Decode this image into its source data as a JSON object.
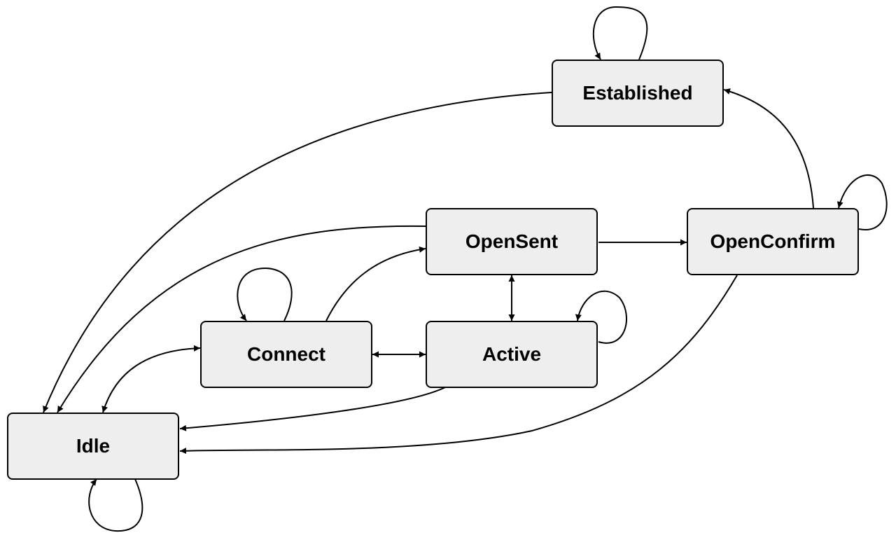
{
  "diagram": {
    "node_fill": "#eeeeee",
    "line_color": "#000000",
    "nodes": {
      "established": {
        "label": "Established"
      },
      "opensent": {
        "label": "OpenSent"
      },
      "openconfirm": {
        "label": "OpenConfirm"
      },
      "connect": {
        "label": "Connect"
      },
      "active": {
        "label": "Active"
      },
      "idle": {
        "label": "Idle"
      }
    },
    "edges": [
      {
        "from": "Established",
        "to": "Established"
      },
      {
        "from": "Established",
        "to": "Idle"
      },
      {
        "from": "OpenConfirm",
        "to": "Established"
      },
      {
        "from": "OpenConfirm",
        "to": "OpenConfirm"
      },
      {
        "from": "OpenConfirm",
        "to": "Idle"
      },
      {
        "from": "OpenSent",
        "to": "OpenConfirm"
      },
      {
        "from": "OpenSent",
        "to": "Idle"
      },
      {
        "from": "OpenSent",
        "to": "Active",
        "bidirectional": true
      },
      {
        "from": "Connect",
        "to": "Connect"
      },
      {
        "from": "Connect",
        "to": "OpenSent"
      },
      {
        "from": "Connect",
        "to": "Active",
        "bidirectional": true
      },
      {
        "from": "Idle",
        "to": "Connect",
        "bidirectional": true
      },
      {
        "from": "Active",
        "to": "Active"
      },
      {
        "from": "Active",
        "to": "Idle"
      },
      {
        "from": "Idle",
        "to": "Idle"
      }
    ]
  }
}
